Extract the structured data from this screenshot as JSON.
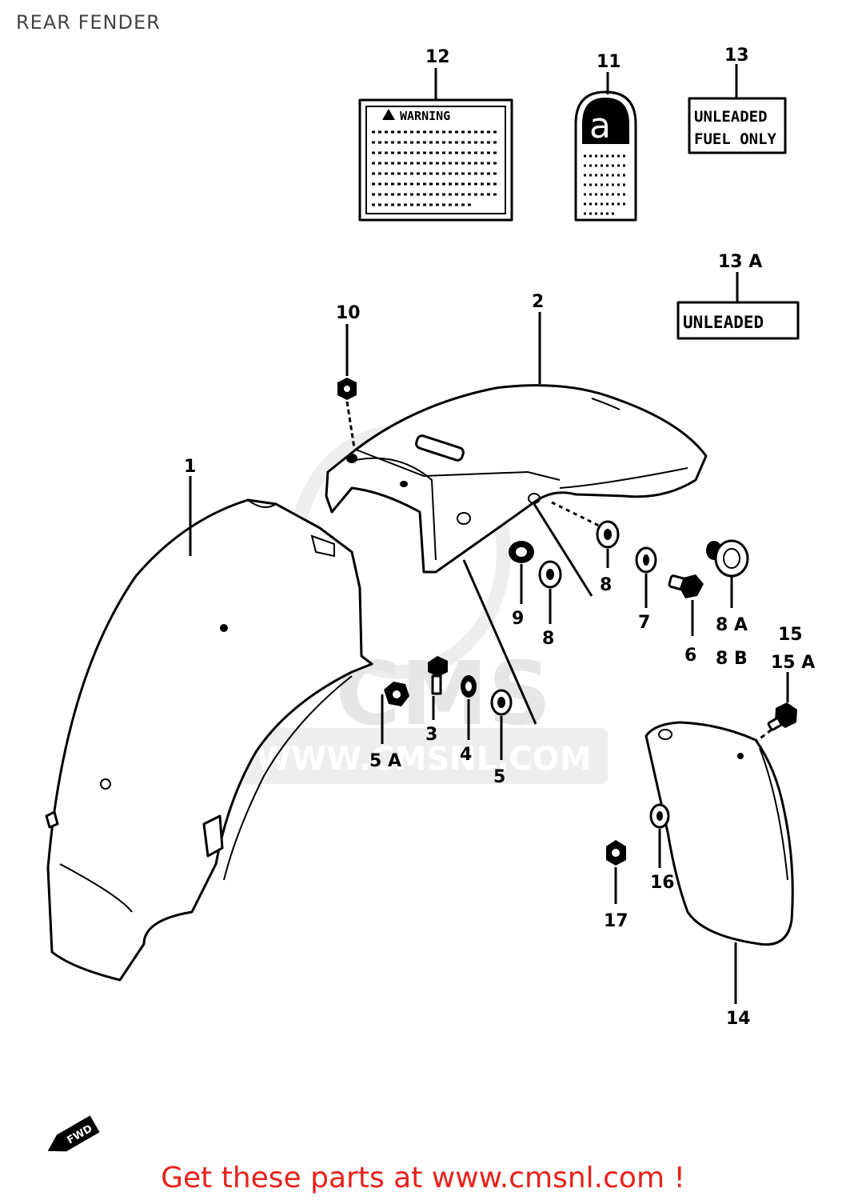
{
  "page": {
    "title": "REAR FENDER",
    "footer": "Get these parts at www.cmsnl.com !"
  },
  "watermark": {
    "logo_text": "CMS",
    "url_text": "WWW.CMSNL.COM"
  },
  "labels": {
    "warning_header": "WARNING",
    "decal_letter": "a",
    "unleaded_fuel_only_line1": "UNLEADED",
    "unleaded_fuel_only_line2": "FUEL ONLY",
    "unleaded": "UNLEADED"
  },
  "callouts": {
    "p1": "1",
    "p2": "2",
    "p3": "3",
    "p4": "4",
    "p5": "5",
    "p5a": "5 A",
    "p6": "6",
    "p7": "7",
    "p8a": "8",
    "p8b": "8",
    "p8A": "8 A",
    "p8B": "8 B",
    "p9": "9",
    "p10": "10",
    "p11": "11",
    "p12": "12",
    "p13": "13",
    "p13a": "13 A",
    "p14": "14",
    "p15": "15",
    "p15a": "15 A",
    "p16": "16",
    "p17": "17"
  },
  "direction_marker": "FWD"
}
